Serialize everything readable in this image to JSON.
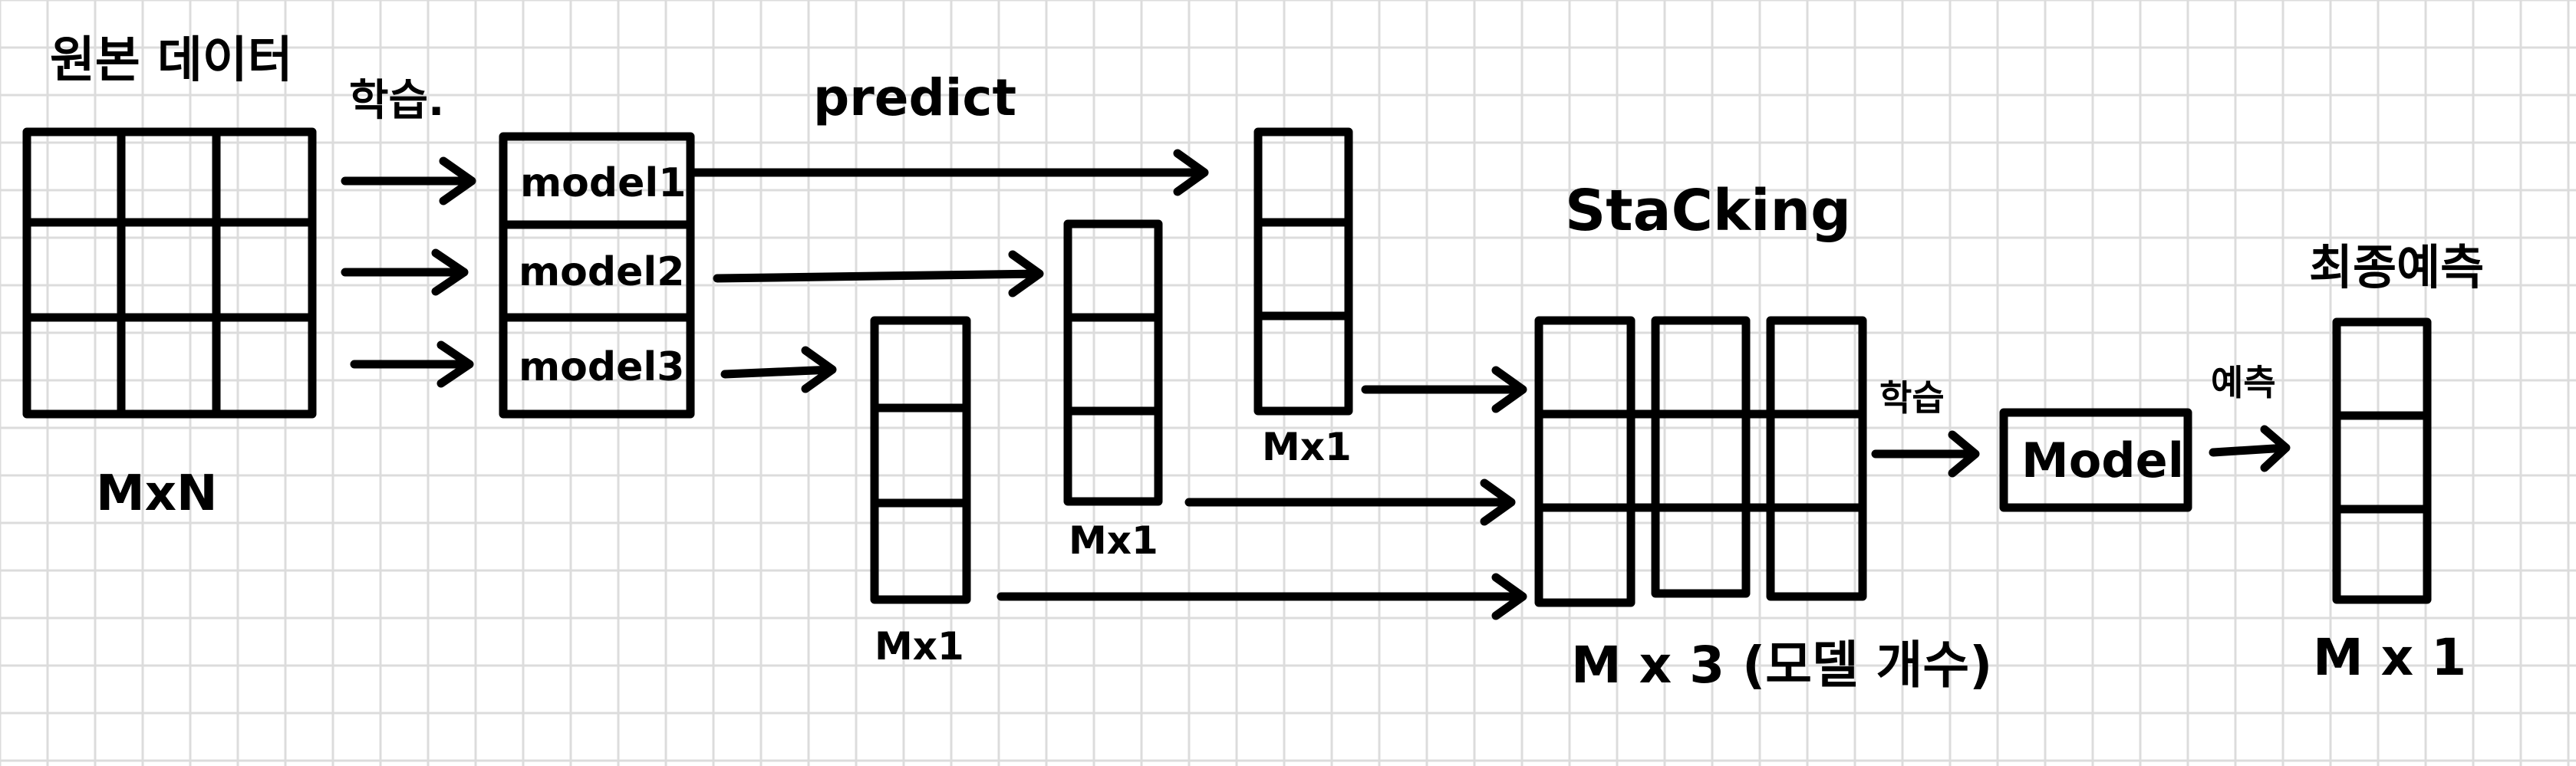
{
  "labels": {
    "original_data": "원본 데이터",
    "train_1": "학습.",
    "predict": "predict",
    "stacking": "StaCking",
    "final_prediction": "최종예측",
    "train_2": "학습",
    "predict_kr": "예측"
  },
  "models": [
    "model1",
    "model2",
    "model3"
  ],
  "dims": {
    "original": "MxN",
    "pred1": "Mx1",
    "pred2": "Mx1",
    "pred3": "Mx1",
    "stacked": "M x 3 (모델 개수)",
    "final": "M x 1"
  },
  "meta_model": "Model"
}
